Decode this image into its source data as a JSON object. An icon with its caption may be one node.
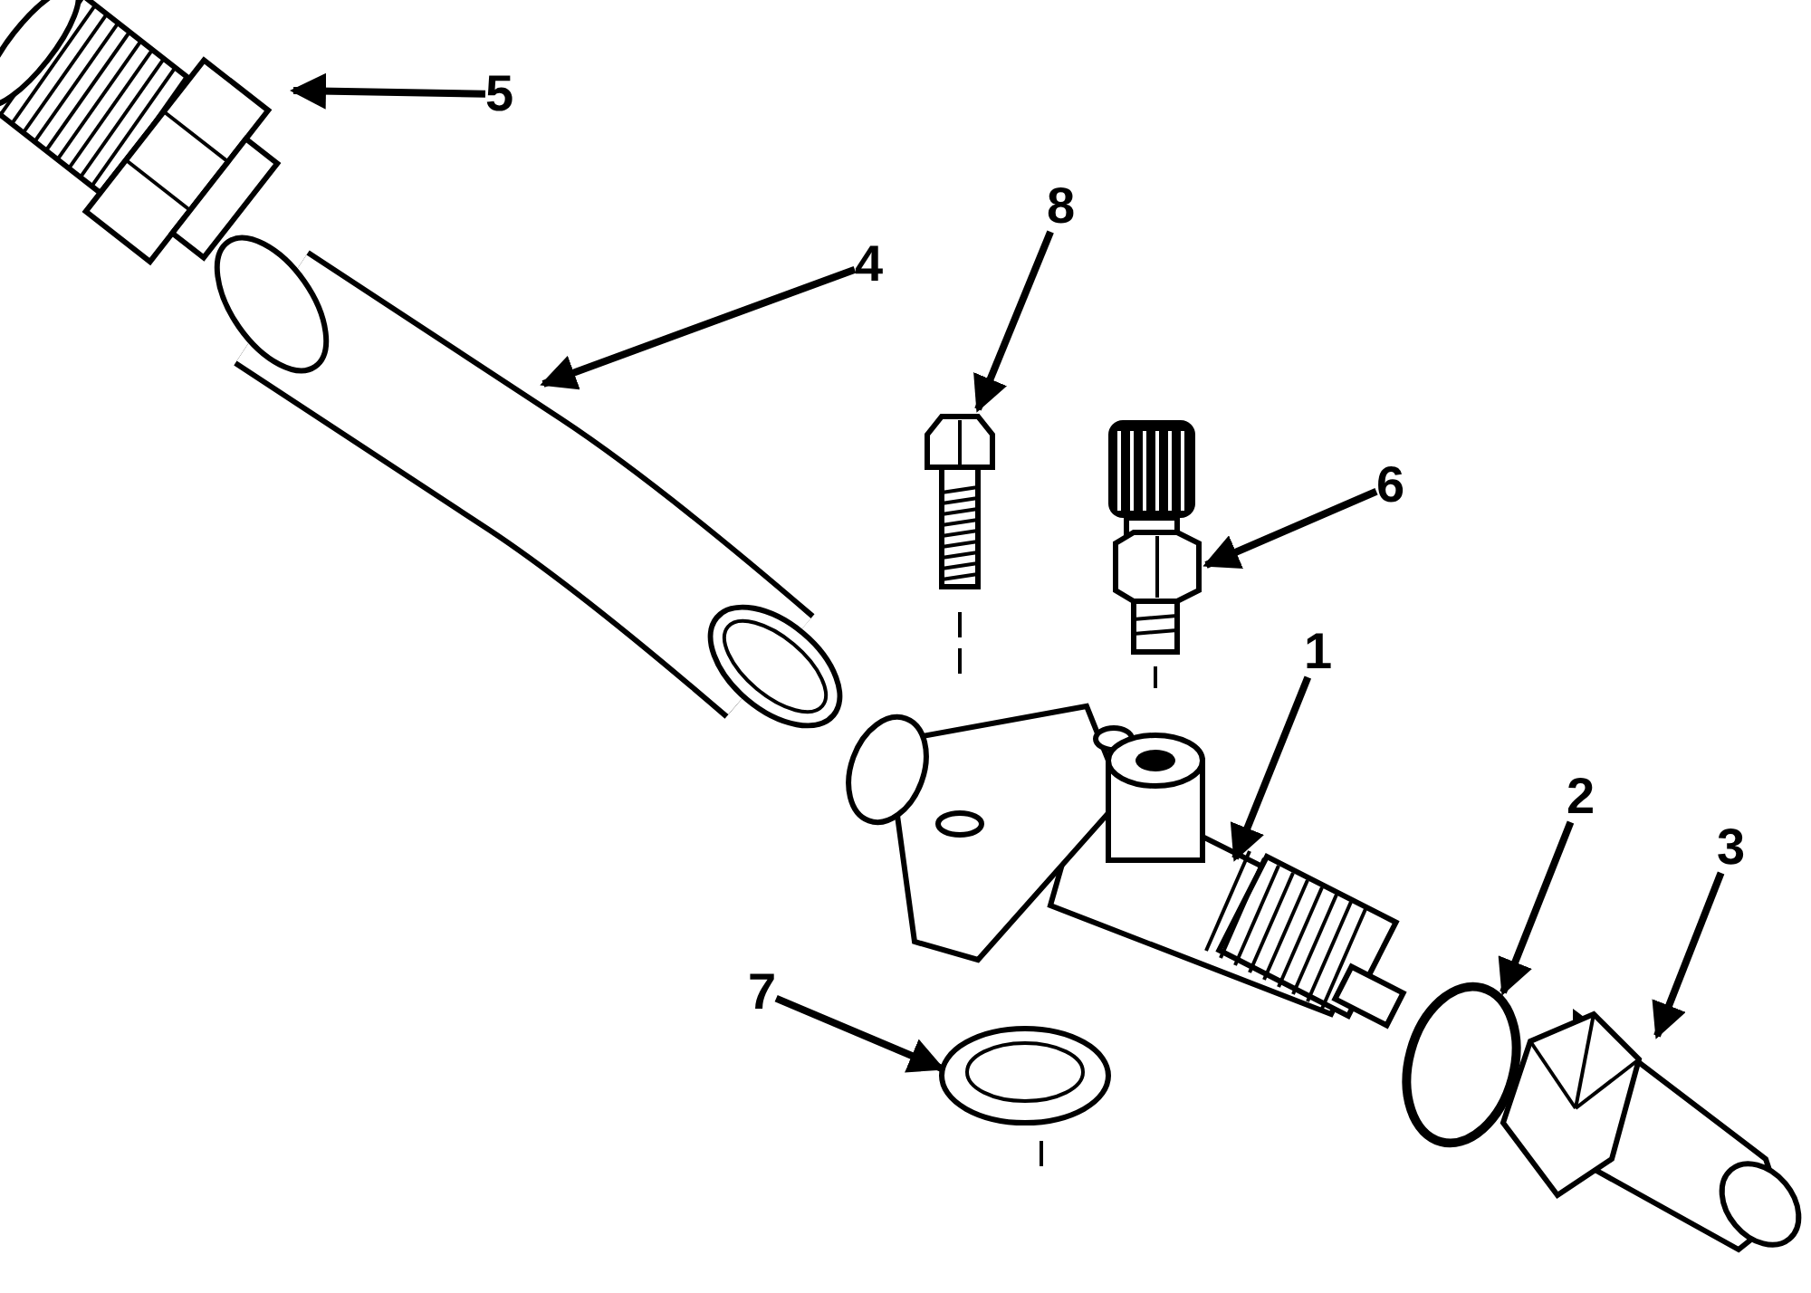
{
  "diagram": {
    "nodes": [
      {
        "text": [
          "5"
        ]
      },
      {
        "text": [
          "8"
        ]
      },
      {
        "text": [
          "4"
        ]
      },
      {
        "text": [
          "6"
        ]
      },
      {
        "text": [
          "1"
        ]
      },
      {
        "text": [
          "2"
        ]
      },
      {
        "text": [
          "3"
        ]
      },
      {
        "text": [
          "7"
        ]
      },
      {
        "text": [],
        "shape": "picture"
      },
      {
        "text": [],
        "shape": "picture"
      },
      {
        "text": [],
        "shape": "picture"
      },
      {
        "text": [],
        "shape": "picture"
      },
      {
        "text": [],
        "shape": "picture"
      },
      {
        "text": [],
        "shape": "circle"
      },
      {
        "text": [],
        "shape": "picture"
      },
      {
        "text": [],
        "shape": "picture"
      }
    ],
    "edges": [
      {
        "from": 0,
        "to": 8,
        "arrow": "to"
      },
      {
        "from": 1,
        "to": 9,
        "arrow": "to"
      },
      {
        "from": 2,
        "to": 10,
        "arrow": "to"
      },
      {
        "from": 3,
        "to": 11,
        "arrow": "to"
      },
      {
        "from": 4,
        "to": 12,
        "arrow": "to"
      },
      {
        "from": 5,
        "to": 13,
        "arrow": "to"
      },
      {
        "from": 6,
        "to": 14,
        "arrow": "to"
      },
      {
        "from": 7,
        "to": 15,
        "arrow": "to"
      }
    ]
  }
}
